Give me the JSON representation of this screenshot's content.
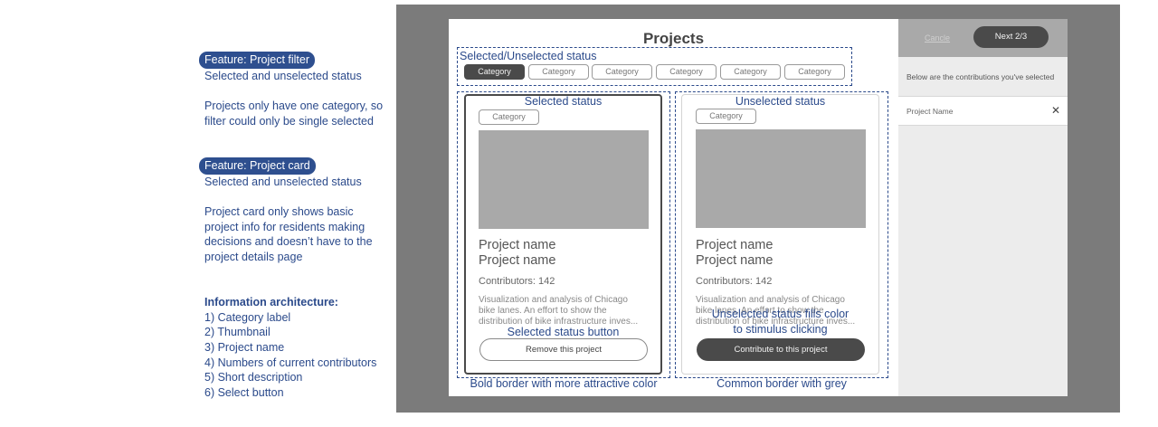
{
  "notes": {
    "filter_pill": "Feature: Project filter",
    "filter_line1": "Selected and unselected status",
    "filter_line2": "Projects only have one category, so",
    "filter_line3": "filter could only be single selected",
    "card_pill": "Feature: Project card",
    "card_line1": "Selected and unselected status",
    "card_line2": "Project card only shows basic",
    "card_line3": "project info for residents making",
    "card_line4": "decisions and doesn’t have to the",
    "card_line5": "project details page",
    "ia_title": "Information architecture:",
    "ia_items": [
      "1) Category label",
      "2) Thumbnail",
      "3) Project name",
      "4) Numbers of current contributors",
      "5) Short description",
      "6) Select button"
    ]
  },
  "main": {
    "title": "Projects",
    "filter_annotation": "Selected/Unselected status",
    "categories": [
      "Category",
      "Category",
      "Category",
      "Category",
      "Category",
      "Category"
    ],
    "selected_category_index": 0
  },
  "cards": [
    {
      "status_annotation": "Selected status",
      "category": "Category",
      "name_line1": "Project name",
      "name_line2": "Project name",
      "contributors": "Contributors: 142",
      "desc_line1": "Visualization and analysis of Chicago",
      "desc_line2": "bike lanes. An effort to show the",
      "desc_line3": "distribution of bike infrastructure inves...",
      "button_annotation": "Selected status button",
      "button_label": "Remove this project",
      "border_annotation": "Bold border with more attractive color"
    },
    {
      "status_annotation": "Unselected status",
      "category": "Category",
      "name_line1": "Project name",
      "name_line2": "Project name",
      "contributors": "Contributors: 142",
      "desc_line1": "Visualization and analysis of Chicago",
      "desc_line2": "bike lanes. An effort to show the",
      "desc_line3": "distribution of bike infrastructure inves...",
      "button_annotation_line1": "Unselected status fills color",
      "button_annotation_line2": "to stimulus clicking",
      "button_label": "Contribute to this project",
      "border_annotation": "Common border with grey"
    }
  ],
  "panel": {
    "cancel": "Cancle",
    "next": "Next 2/3",
    "note": "Below are the contributions you've selected",
    "item_name": "Project Name",
    "remove_glyph": "✕"
  },
  "colors": {
    "annotation": "#2b4a8b",
    "pill": "#2e4f8f",
    "frame": "#7b7b7b",
    "dark_fill": "#4a4a4a",
    "thumbnail": "#a9a9a9"
  }
}
